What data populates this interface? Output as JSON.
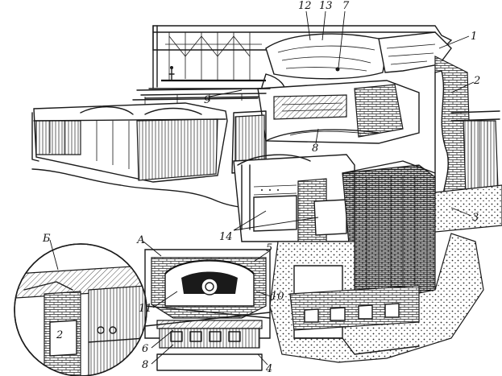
{
  "labels": {
    "n1": "1",
    "n2": "2",
    "n3": "3",
    "n4": "4",
    "n5": "5",
    "n6": "6",
    "n7": "7",
    "n8_main": "8",
    "n8_inset": "8",
    "n9": "9",
    "n10": "10",
    "n11": "11",
    "n12": "12",
    "n13": "13",
    "n14": "14",
    "n2_inset": "2",
    "A": "А",
    "B": "Б"
  }
}
